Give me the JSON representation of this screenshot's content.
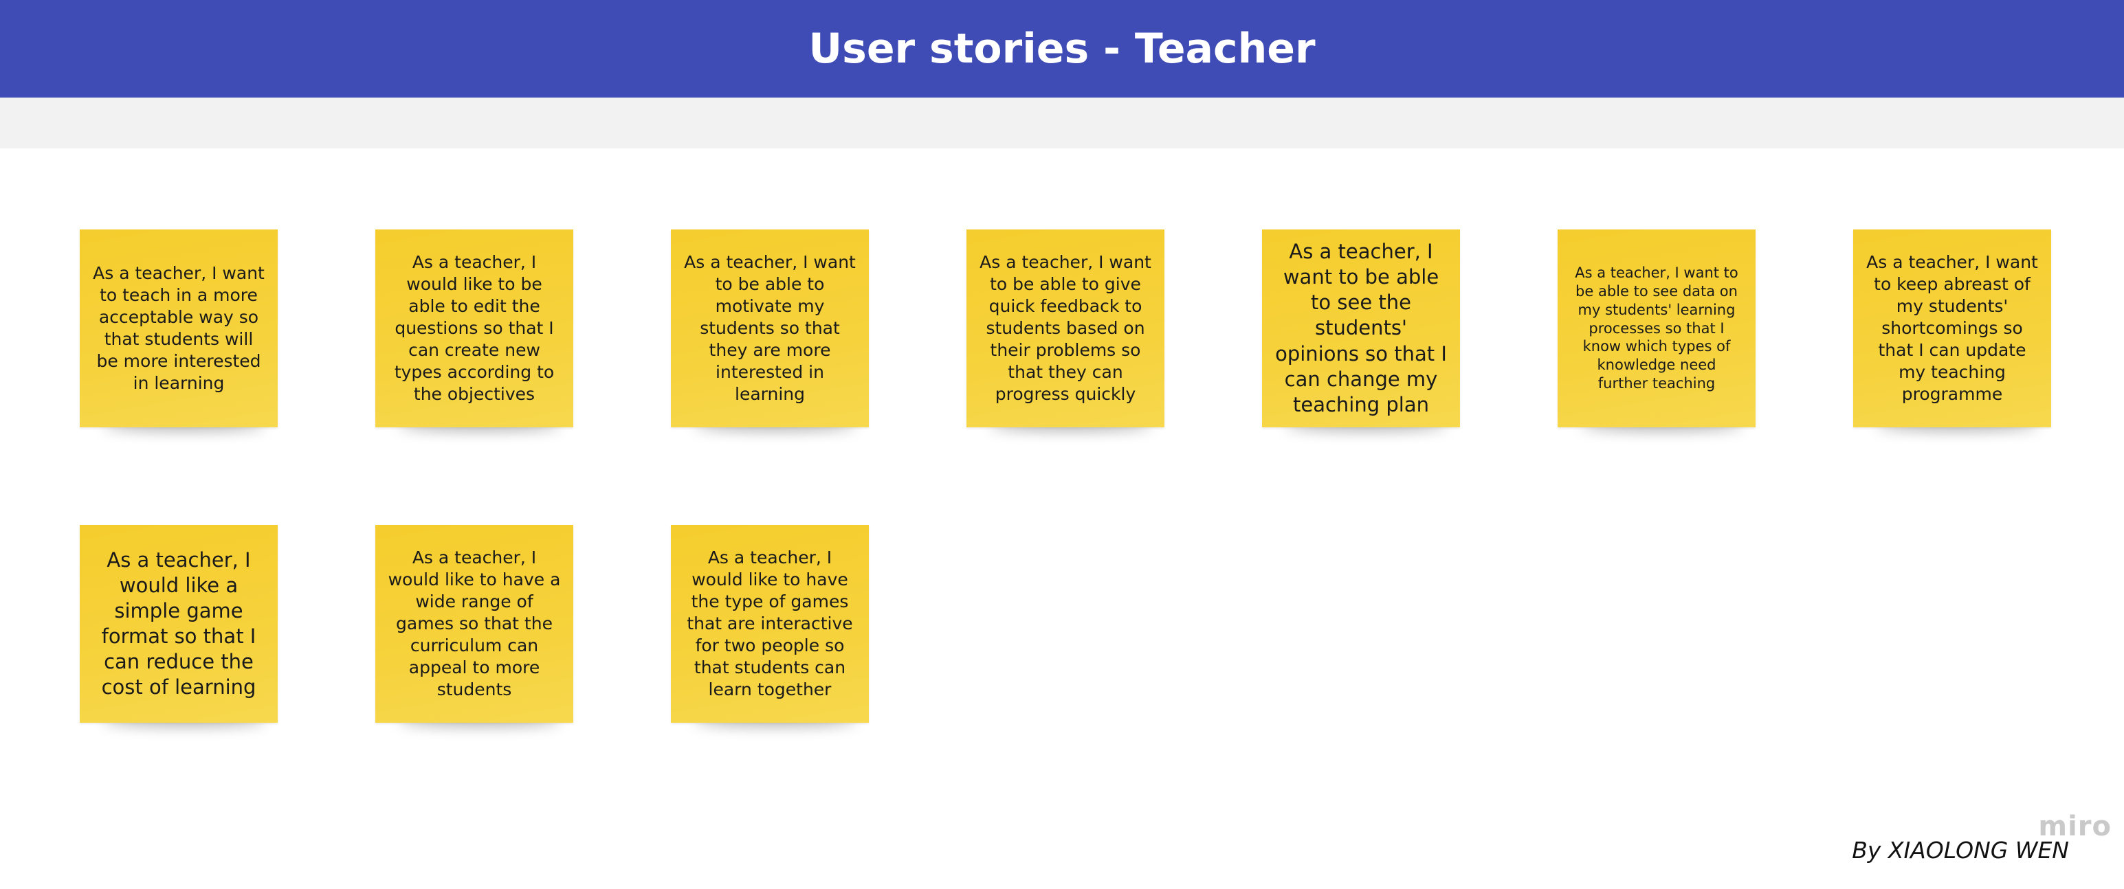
{
  "header": {
    "title": "User stories - Teacher",
    "background_color": "#3f4cb5"
  },
  "sticky_notes": [
    {
      "text": "As a teacher, I want to teach in a more acceptable way so that students will be more interested in learning"
    },
    {
      "text": "As a teacher, I would like to be able to edit the questions so that I can create new types according to the objectives"
    },
    {
      "text": "As a teacher, I want to be able to motivate my students so that they are more interested in learning"
    },
    {
      "text": "As a teacher, I want to be able to give quick feedback to students based on their problems so that they can progress quickly"
    },
    {
      "text": "As a teacher, I want to be able to see the students' opinions so that I can change my teaching plan"
    },
    {
      "text": "As a teacher, I want to be able to see data on my students' learning processes so that I know which types of knowledge need further teaching"
    },
    {
      "text": "As a teacher, I want to keep abreast of my students' shortcomings so that I can update my teaching programme"
    },
    {
      "text": "As a teacher, I would like a simple game format so that I can reduce the cost of learning"
    },
    {
      "text": "As a teacher, I would like to have a wide range of games so that the curriculum can appeal to more students"
    },
    {
      "text": "As a teacher, I would like to have the type of games that are interactive for two people so that students can learn together"
    }
  ],
  "note_color": "#f5cd2d",
  "footer": {
    "byline": "By XIAOLONG WEN",
    "logo": "miro"
  }
}
